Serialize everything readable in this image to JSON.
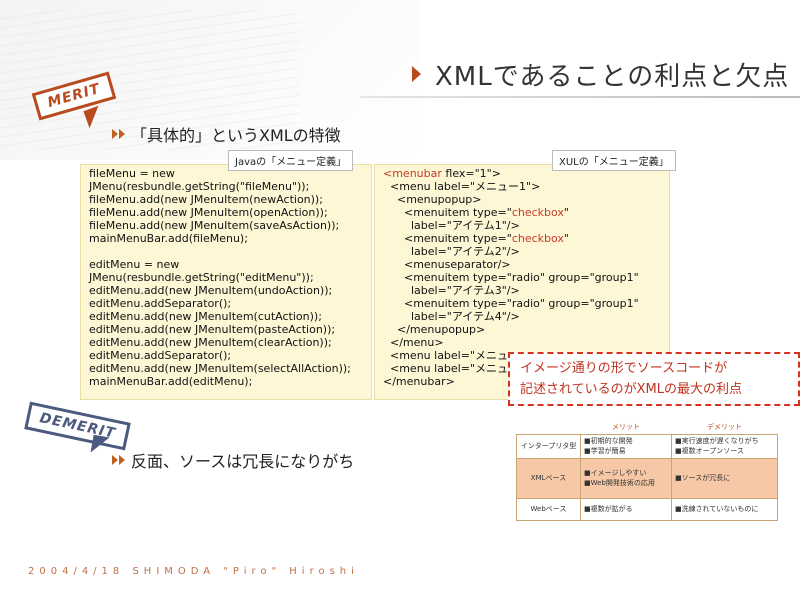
{
  "title": "XMLであることの利点と欠点",
  "merit_badge": "MERIT",
  "demerit_badge": "DEMERIT",
  "merit_heading": "「具体的」というXMLの特徴",
  "demerit_heading": "反面、ソースは冗長になりがち",
  "java_box": {
    "caption": "Javaの「メニュー定義」",
    "lines": [
      "fileMenu = new",
      "JMenu(resbundle.getString(\"fileMenu\"));",
      "fileMenu.add(new JMenuItem(newAction));",
      "fileMenu.add(new JMenuItem(openAction));",
      "fileMenu.add(new JMenuItem(saveAsAction));",
      "mainMenuBar.add(fileMenu);",
      "",
      "editMenu = new",
      "JMenu(resbundle.getString(\"editMenu\"));",
      "editMenu.add(new JMenuItem(undoAction));",
      "editMenu.addSeparator();",
      "editMenu.add(new JMenuItem(cutAction));",
      "editMenu.add(new JMenuItem(pasteAction));",
      "editMenu.add(new JMenuItem(clearAction));",
      "editMenu.addSeparator();",
      "editMenu.add(new JMenuItem(selectAllAction));",
      "mainMenuBar.add(editMenu);"
    ]
  },
  "xul_box": {
    "caption": "XULの「メニュー定義」",
    "lines": [
      "<menubar flex=\"1\">",
      "  <menu label=\"メニュー1\">",
      "    <menupopup>",
      "      <menuitem type=\"checkbox\"",
      "        label=\"アイテム1\"/>",
      "      <menuitem type=\"checkbox\"",
      "        label=\"アイテム2\"/>",
      "      <menuseparator/>",
      "      <menuitem type=\"radio\" group=\"group1\"",
      "        label=\"アイテム3\"/>",
      "      <menuitem type=\"radio\" group=\"group1\"",
      "        label=\"アイテム4\"/>",
      "    </menupopup>",
      "  </menu>",
      "  <menu label=\"メニュー",
      "  <menu label=\"メニュー",
      "</menubar>"
    ]
  },
  "callout": {
    "line1": "イメージ通りの形でソースコードが",
    "line2": "記述されているのがXMLの最大の利点"
  },
  "table": {
    "headers": [
      "",
      "メリット",
      "デメリット"
    ],
    "rows": [
      {
        "label": "インタープリタ型",
        "merit": [
          "■初期的な開発",
          "■学習が簡易"
        ],
        "demerit": [
          "■実行速度が遅くなりがち",
          "■複数オープンソース"
        ]
      },
      {
        "label": "XMLベース",
        "merit": [
          "■イメージしやすい",
          "■Web開発技術の応用"
        ],
        "demerit": [
          "■ソースが冗長に"
        ]
      },
      {
        "label": "Webベース",
        "merit": [
          "■複数が拡がる"
        ],
        "demerit": [
          "■洗練されていないものに"
        ]
      }
    ]
  },
  "footer": "2004/4/18 SHIMODA \"Piro\" Hiroshi",
  "colors": {
    "accent": "#b84a1e",
    "code_bg": "#fdf7d6",
    "callout": "#d8321e"
  }
}
